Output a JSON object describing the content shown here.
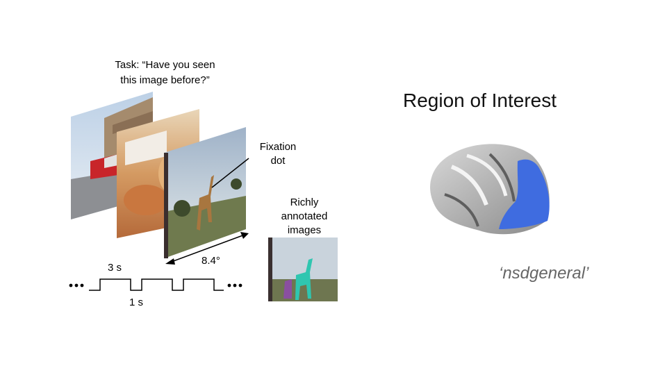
{
  "texts": {
    "task_line1": "Task: “Have you seen",
    "task_line2": "this image before?”",
    "fixation_line1": "Fixation",
    "fixation_line2": "dot",
    "annot_line1": "Richly",
    "annot_line2": "annotated",
    "annot_line3": "images",
    "timing_on": "3 s",
    "timing_off": "1 s",
    "visual_angle": "8.4°",
    "roi_title": "Region of Interest",
    "roi_name": "‘nsdgeneral’"
  },
  "images": [
    {
      "depicts": "city-street-buses-icon"
    },
    {
      "depicts": "food-bakery-icon"
    },
    {
      "depicts": "giraffe-field-icon"
    },
    {
      "depicts": "annotated-giraffe-icon"
    },
    {
      "depicts": "brain-roi-icon"
    }
  ],
  "colors": {
    "roi_highlight": "#3f6ce0",
    "annotation_giraffe": "#2fc6b0",
    "annotation_other": "#8a4fa0"
  }
}
